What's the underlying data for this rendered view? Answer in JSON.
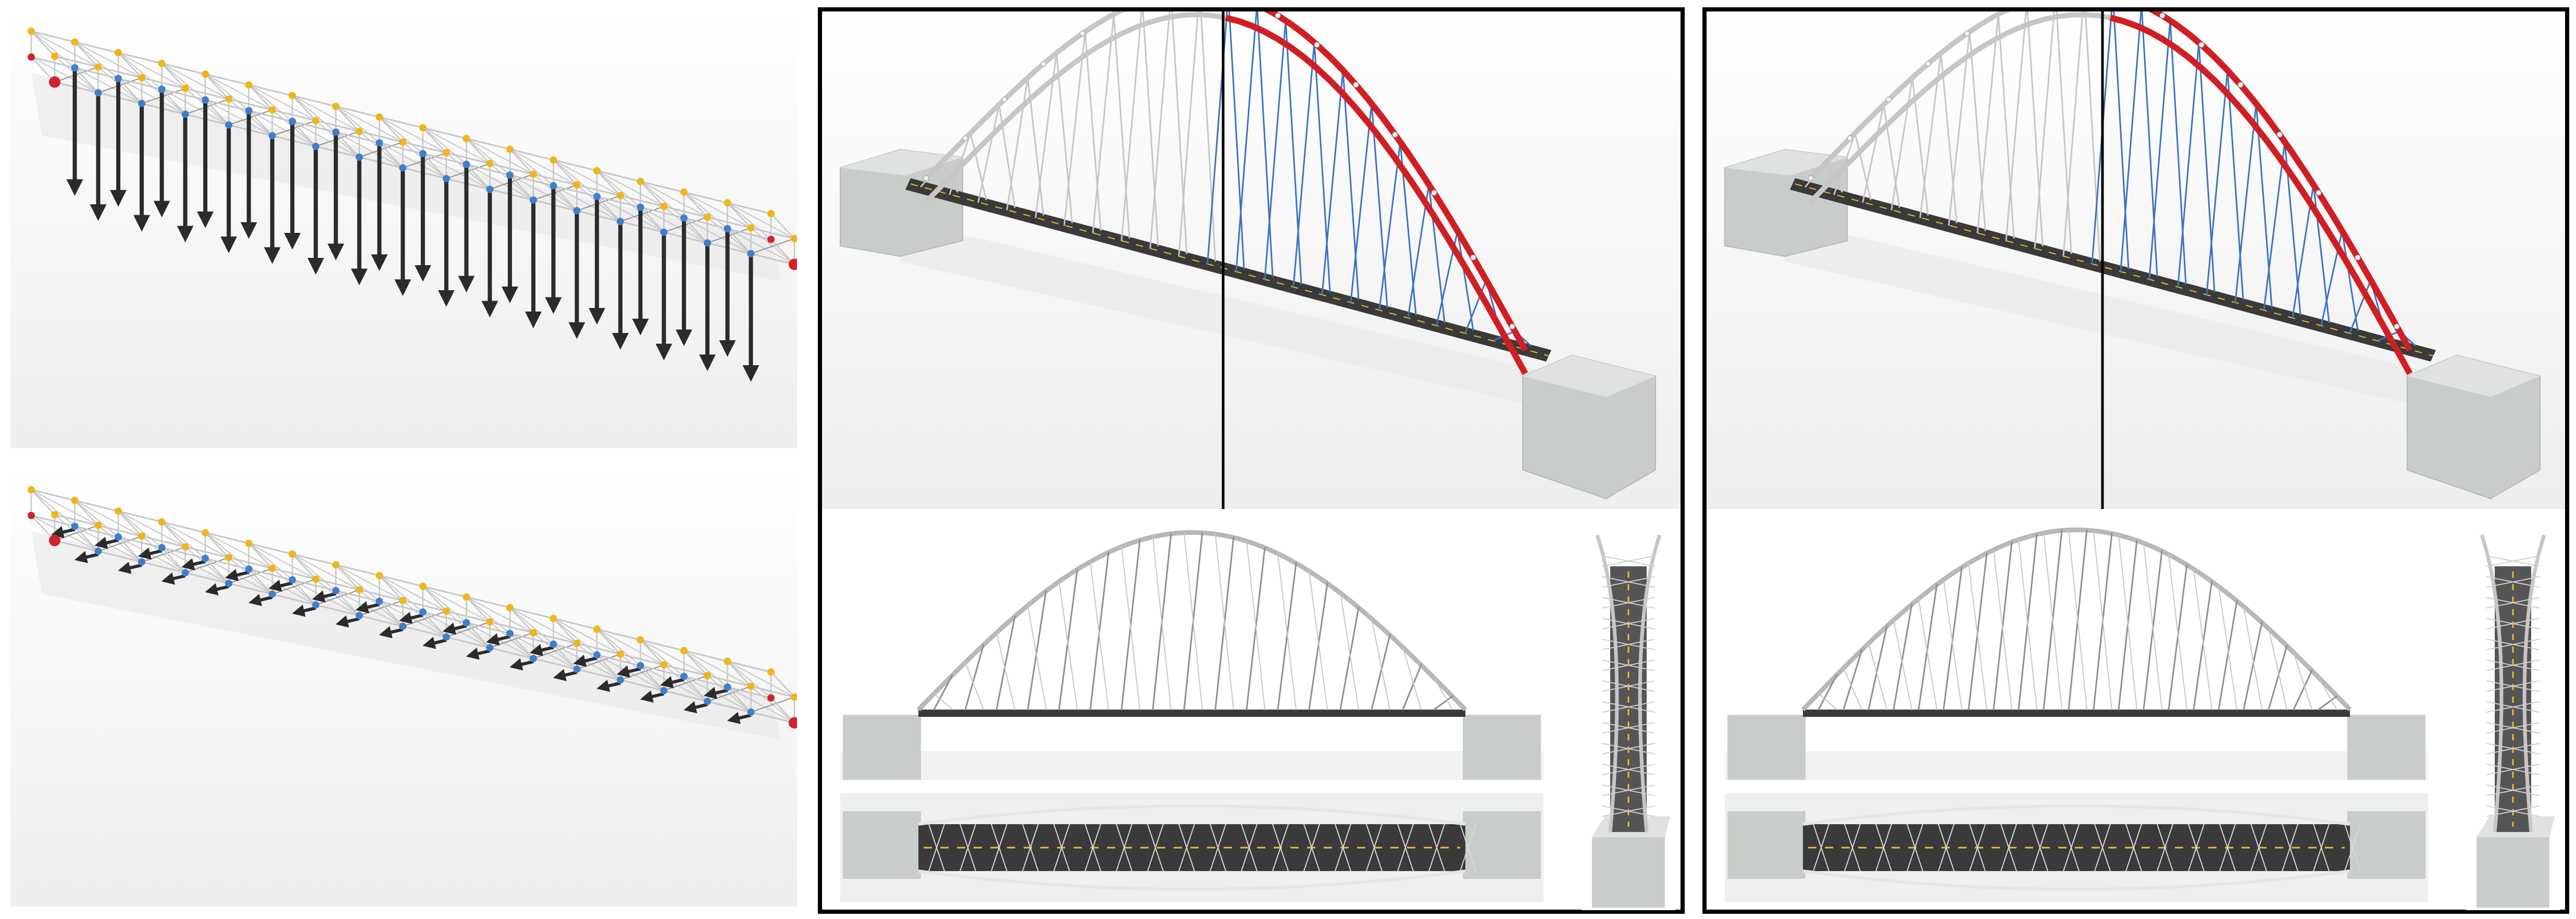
{
  "figure": {
    "background": "#ffffff",
    "panels": [
      {
        "key": "vertical-load-truss",
        "load_direction": "vertical"
      },
      {
        "key": "lateral-load-truss",
        "load_direction": "lateral"
      },
      {
        "key": "bridge-design-1"
      },
      {
        "key": "bridge-design-2"
      }
    ]
  },
  "colors": {
    "member": "#c6c6c6",
    "member_dark": "#8f8f8f",
    "node_yellow": "#f2b418",
    "node_blue": "#3f7fc9",
    "node_red": "#d0232b",
    "arrow": "#2b2b2b",
    "compression_member": "#d01f24",
    "tension_member": "#3a73c4",
    "deck": "#3a3a3a",
    "lane_marking": "#e8c02a",
    "abutment": "#c9cdc9",
    "frame": "#000000"
  },
  "icons": {
    "load_arrow": "arrow-down-icon",
    "support_node": "red-node-icon"
  }
}
